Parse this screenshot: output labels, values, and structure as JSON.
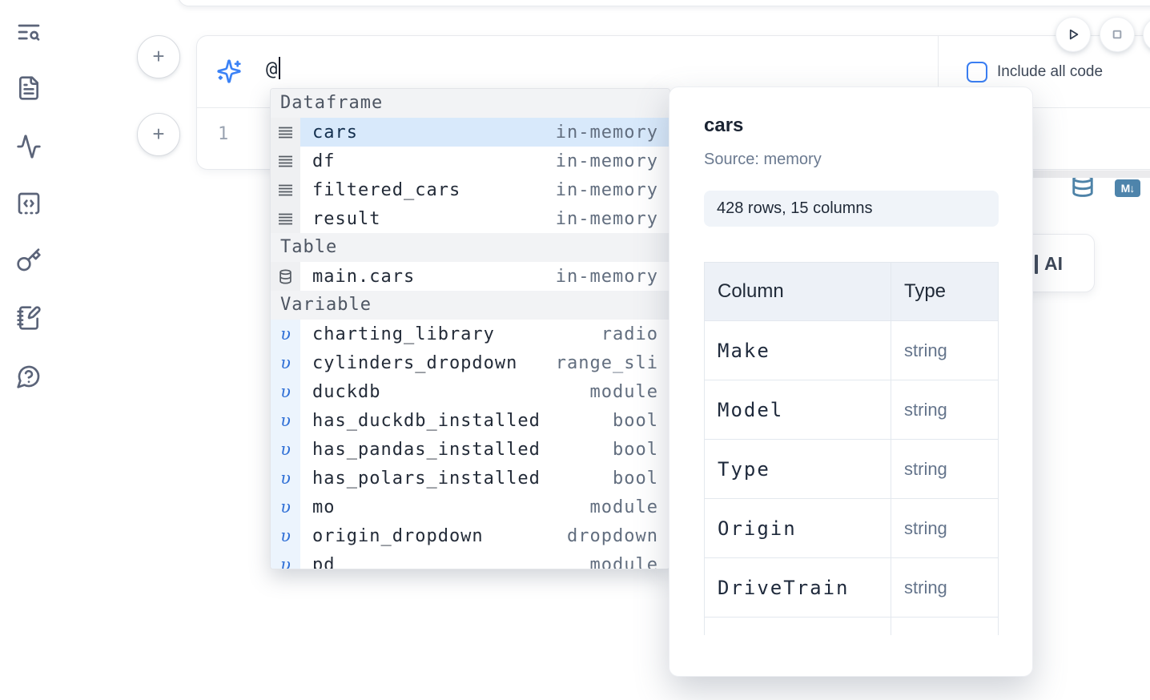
{
  "sidebar": {
    "icons": [
      {
        "name": "text-search-icon"
      },
      {
        "name": "file-text-icon"
      },
      {
        "name": "activity-icon"
      },
      {
        "name": "code-snippets-icon"
      },
      {
        "name": "key-icon"
      },
      {
        "name": "notebook-pen-icon"
      },
      {
        "name": "help-chat-icon"
      }
    ]
  },
  "toolbar": {
    "run_button": "run",
    "stop_button": "stop"
  },
  "cell": {
    "prompt_value": "@",
    "include_all_code_label": "Include all code",
    "line_number": "1",
    "actions": [
      "add-dataframe",
      "convert-markdown"
    ],
    "markdown_badge": "M↓"
  },
  "autocomplete": {
    "sections": [
      {
        "label": "Dataframe",
        "kind": "dataframe",
        "items": [
          {
            "name": "cars",
            "type": "in-memory",
            "selected": true
          },
          {
            "name": "df",
            "type": "in-memory"
          },
          {
            "name": "filtered_cars",
            "type": "in-memory"
          },
          {
            "name": "result",
            "type": "in-memory"
          }
        ]
      },
      {
        "label": "Table",
        "kind": "table",
        "items": [
          {
            "name": "main.cars",
            "type": "in-memory"
          }
        ]
      },
      {
        "label": "Variable",
        "kind": "variable",
        "items": [
          {
            "name": "charting_library",
            "type": "radio"
          },
          {
            "name": "cylinders_dropdown",
            "type": "range_sli"
          },
          {
            "name": "duckdb",
            "type": "module"
          },
          {
            "name": "has_duckdb_installed",
            "type": "bool"
          },
          {
            "name": "has_pandas_installed",
            "type": "bool"
          },
          {
            "name": "has_polars_installed",
            "type": "bool"
          },
          {
            "name": "mo",
            "type": "module"
          },
          {
            "name": "origin_dropdown",
            "type": "dropdown"
          },
          {
            "name": "pd",
            "type": "module",
            "partial": true
          }
        ]
      }
    ]
  },
  "preview_panel": {
    "title": "cars",
    "source": "Source: memory",
    "shape_badge": "428 rows, 15 columns",
    "table": {
      "headers": [
        "Column",
        "Type"
      ],
      "rows": [
        {
          "column": "Make",
          "type": "string"
        },
        {
          "column": "Model",
          "type": "string"
        },
        {
          "column": "Type",
          "type": "string"
        },
        {
          "column": "Origin",
          "type": "string"
        },
        {
          "column": "DriveTrain",
          "type": "string"
        },
        {
          "column": "",
          "type": "",
          "partial": true
        }
      ]
    }
  },
  "ai_button": {
    "visible_label": "AI"
  },
  "colors": {
    "accent_blue": "#3b82f6",
    "selected_row": "#d8e9fb",
    "steel_icon": "#4e84ab"
  }
}
